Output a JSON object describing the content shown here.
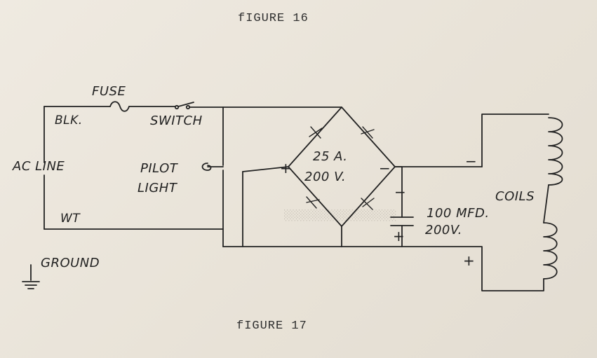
{
  "captions": {
    "top": "fIGURE 16",
    "bottom": "fIGURE 17"
  },
  "labels": {
    "fuse": "FUSE",
    "blk": "BLK.",
    "switch": "SWITCH",
    "ac_line": "AC LINE",
    "pilot": "PILOT",
    "light": "LIGHT",
    "wt": "WT",
    "ground": "GROUND",
    "bridge_current": "25 A.",
    "bridge_voltage": "200 V.",
    "bridge_plus": "+",
    "bridge_minus": "−",
    "cap_value": "100 MFD.",
    "cap_voltage": "200V.",
    "cap_minus": "−",
    "cap_plus": "+",
    "coils": "COILS",
    "coil_minus": "−",
    "coil_plus": "+"
  },
  "colors": {
    "ink": "#222222",
    "paper": "#ece7dd"
  }
}
